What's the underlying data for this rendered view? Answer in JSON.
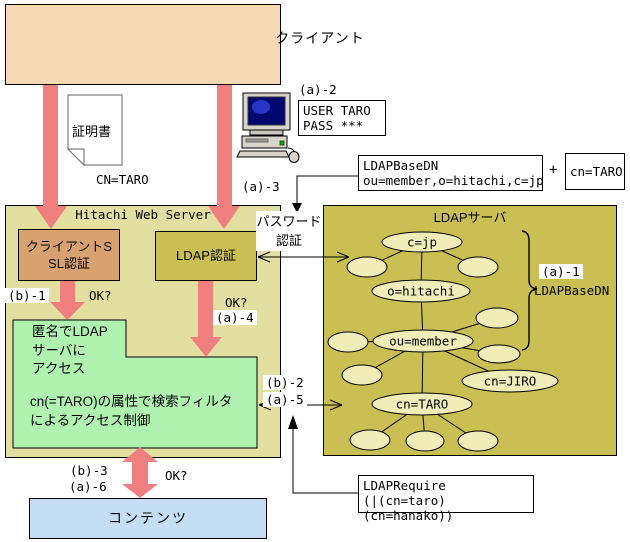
{
  "colors": {
    "client_peach": "#F6D8B4",
    "server_khaki": "#E3DFA0",
    "ssl_tan": "#D8A270",
    "ldap_olive": "#C9BF52",
    "node_pale": "#F0EDB8",
    "anon_green": "#B0F3B0",
    "contents_blue": "#C5DEF5",
    "arrow_pink": "#F08080"
  },
  "client": {
    "label": "クライアント"
  },
  "certificate": {
    "label": "証明書",
    "caption": "CN=TARO"
  },
  "credentials": {
    "step": "(a)-2",
    "line1": "USER TARO",
    "line2": "PASS ***"
  },
  "basedn_box": {
    "line1": "LDAPBaseDN",
    "line2": "ou=member,o=hitachi,c=jp",
    "plus": "+",
    "cn": "cn=TARO"
  },
  "step_a3": "(a)-3",
  "password_label": {
    "line1": "パスワード",
    "line2": "認証"
  },
  "web_server": {
    "title": "Hitachi Web Server",
    "ssl_line1": "クライアントS",
    "ssl_line2": "SL認証",
    "ldap_auth": "LDAP認証",
    "step_b1": "(b)-1",
    "ok_left": "OK?",
    "ok_right": "OK?",
    "step_a4": "(a)-4",
    "anon_line1": "匿名でLDAP",
    "anon_line2": "サーバに",
    "anon_line3": "アクセス",
    "filter_line1": "cn(=TARO)の属性で検索フィルタ",
    "filter_line2": "によるアクセス制御"
  },
  "exchange": {
    "step_b2": "(b)-2",
    "step_a5": "(a)-5"
  },
  "ldap_server": {
    "title": "LDAPサーバ",
    "node_c": "c=jp",
    "node_o": "o=hitachi",
    "node_ou": "ou=member",
    "node_jiro": "cn=JIRO",
    "node_taro": "cn=TARO",
    "step_a1": "(a)-1",
    "brace_label": "LDAPBaseDN"
  },
  "ldap_require": {
    "line1": "LDAPRequire",
    "line2": "(|(cn=taro)(cn=hanako))"
  },
  "contents": {
    "label": "コンテンツ",
    "step_b3": "(b)-3",
    "step_a6": "(a)-6",
    "ok": "OK?"
  }
}
